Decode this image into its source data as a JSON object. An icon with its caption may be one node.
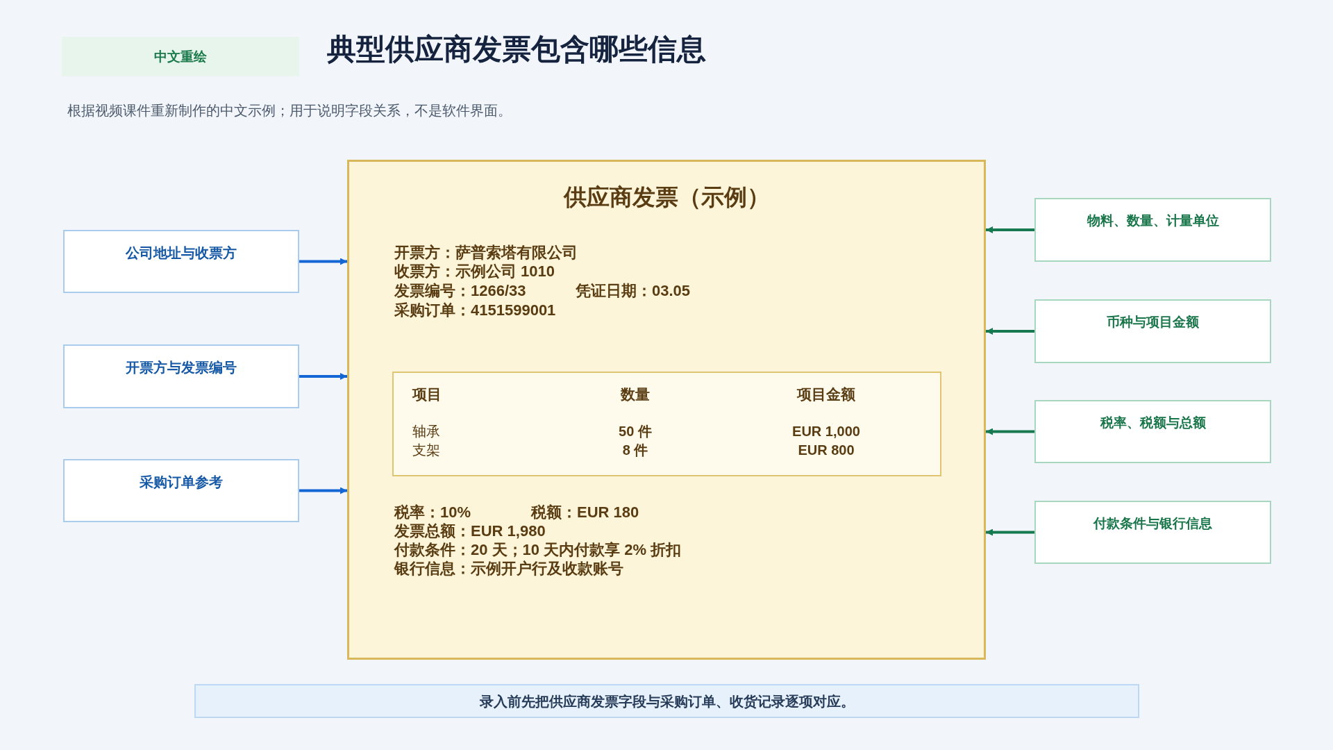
{
  "diagram": {
    "title": "典型供应商发票包含哪些信息",
    "nodes": [
      {
        "text": [
          "中文重绘"
        ]
      },
      {
        "text": [
          "公司地址与收票方"
        ]
      },
      {
        "text": [
          "开票方与发票编号"
        ]
      },
      {
        "text": [
          "采购订单参考"
        ]
      },
      {
        "text": [
          "供应商发票（示例）",
          "开票方：萨普索塔有限公司",
          "收票方：示例公司 1010",
          "发票编号：1266/33",
          "凭证日期：03.05",
          "采购订单：4151599001",
          "税率：10%",
          "税额：EUR 180",
          "发票总额：EUR 1,980",
          "付款条件：20 天；10 天内付款享 2% 折扣",
          "银行信息：示例开户行及收款账号"
        ]
      },
      {
        "text": [
          "项目",
          "数量",
          "项目金额",
          "轴承",
          "50 件",
          "EUR 1,000",
          "支架",
          "8 件",
          "EUR 800"
        ],
        "in": 4
      },
      {
        "text": [
          "物料、数量、计量单位"
        ]
      },
      {
        "text": [
          "币种与项目金额"
        ]
      },
      {
        "text": [
          "税率、税额与总额"
        ]
      },
      {
        "text": [
          "付款条件与银行信息"
        ]
      },
      {
        "text": [
          "录入前先把供应商发票字段与采购订单、收货记录逐项对应。"
        ]
      }
    ],
    "edges": [
      {
        "from": 1,
        "to": 4,
        "arrow": "to",
        "color": "#1466d4"
      },
      {
        "from": 2,
        "to": 4,
        "arrow": "to",
        "color": "#1466d4"
      },
      {
        "from": 3,
        "to": 4,
        "arrow": "to",
        "color": "#1466d4"
      },
      {
        "from": 6,
        "to": 4,
        "arrow": "to"
      },
      {
        "from": 7,
        "to": 4,
        "arrow": "to"
      },
      {
        "from": 8,
        "to": 4,
        "arrow": "to"
      },
      {
        "from": 9,
        "to": 4,
        "arrow": "to"
      }
    ],
    "labels": [
      "根据视频课件重新制作的中文示例；用于说明字段关系，不是软件界面。"
    ]
  }
}
